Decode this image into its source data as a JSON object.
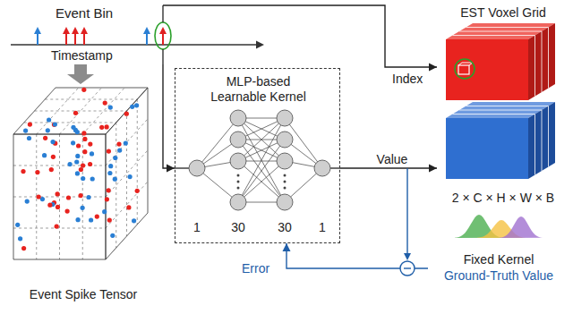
{
  "diagram": {
    "nodes": [
      {
        "text": [
          "Event Bin"
        ]
      },
      {
        "text": [
          "Event Spike Tensor"
        ]
      },
      {
        "text": [
          "MLP-based Learnable Kernel"
        ]
      },
      {
        "text": [
          "EST Voxel Grid",
          "2 × C × H × W × B"
        ]
      },
      {
        "text": [
          "Fixed Kernel",
          "Ground-Truth Value"
        ]
      }
    ],
    "edges": [
      {
        "from": 0,
        "to": 1,
        "arrow": "to"
      },
      {
        "from": 0,
        "to": 2,
        "arrow": "to"
      },
      {
        "from": 0,
        "to": 3,
        "label": "Index",
        "arrow": "to"
      },
      {
        "from": 2,
        "to": 3,
        "label": "Value",
        "arrow": "to"
      },
      {
        "from": 4,
        "to": 2,
        "label": "Error",
        "arrow": "to"
      }
    ],
    "labels": [
      "Timestamp",
      "1",
      "30",
      "30",
      "1"
    ]
  }
}
